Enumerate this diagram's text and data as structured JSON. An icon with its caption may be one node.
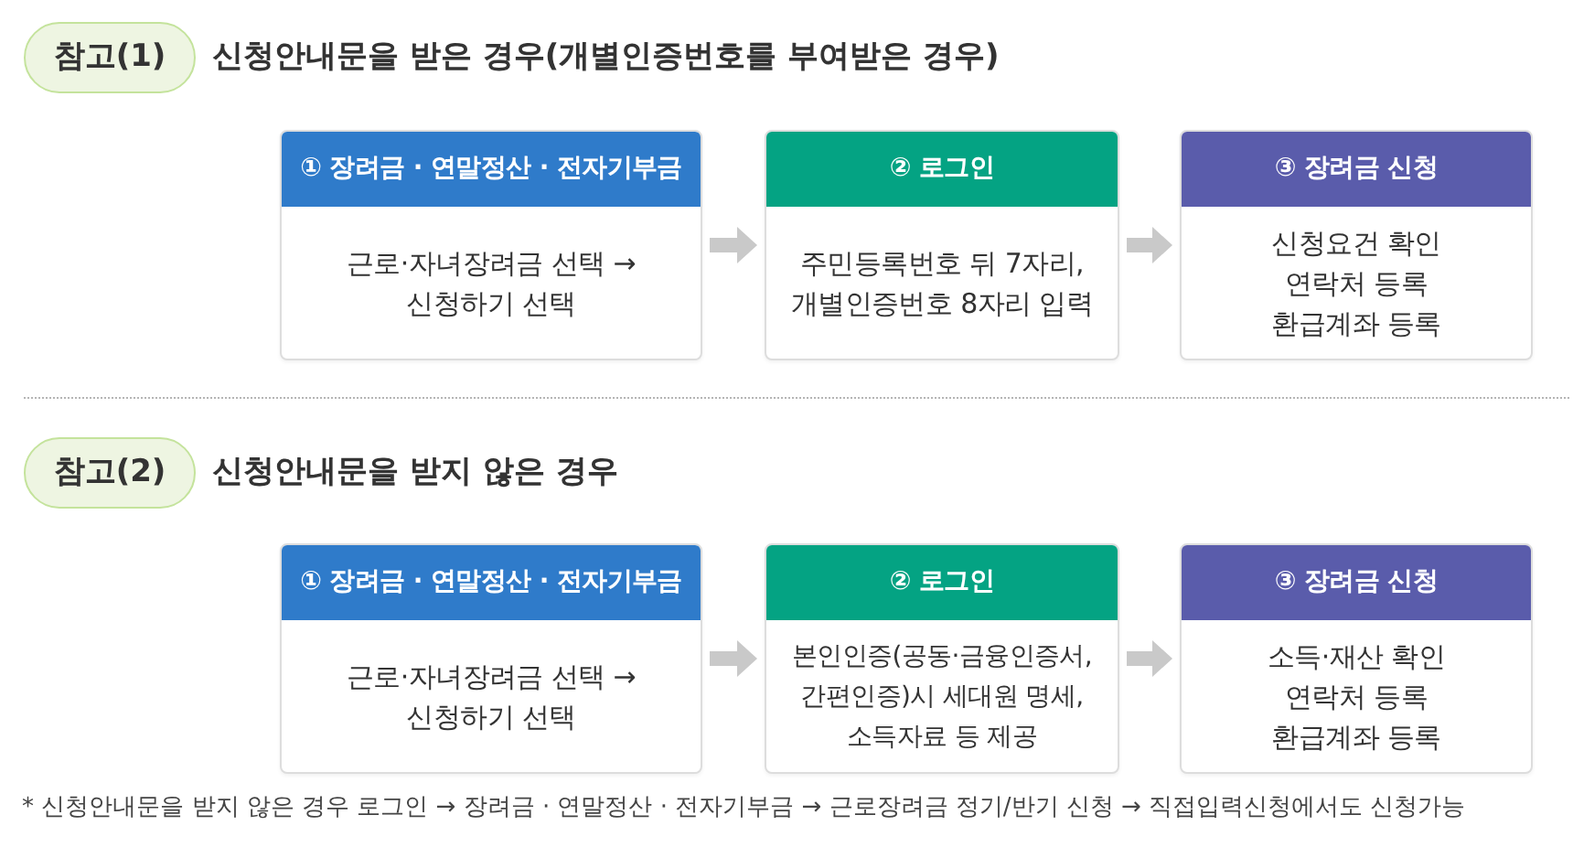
{
  "diagram": {
    "nodes": [
      {
        "text": [
          "참고(1)"
        ],
        "beside": [
          "신청안내문을 받은 경우(개별인증번호를 부여받은 경우)"
        ]
      },
      {
        "text": [
          "① 장려금 · 연말정산 · 전자기부금",
          "근로·자녀장려금 선택 → 신청하기 선택"
        ]
      },
      {
        "text": [
          "② 로그인",
          "주민등록번호 뒤 7자리, 개별인증번호 8자리 입력"
        ]
      },
      {
        "text": [
          "③ 장려금 신청",
          "신청요건 확인",
          "연락처 등록",
          "환급계좌 등록"
        ]
      },
      {
        "text": [
          "참고(2)"
        ],
        "beside": [
          "신청안내문을 받지 않은 경우"
        ]
      },
      {
        "text": [
          "① 장려금 · 연말정산 · 전자기부금",
          "근로·자녀장려금 선택 → 신청하기 선택"
        ]
      },
      {
        "text": [
          "② 로그인",
          "본인인증(공동·금융인증서, 간편인증)시 세대원 명세, 소득자료 등 제공"
        ]
      },
      {
        "text": [
          "③ 장려금 신청",
          "소득·재산 확인",
          "연락처 등록",
          "환급계좌 등록"
        ]
      }
    ],
    "edges": [
      {
        "from": 1,
        "to": 2,
        "arrow": "to"
      },
      {
        "from": 2,
        "to": 3,
        "arrow": "to"
      },
      {
        "from": 5,
        "to": 6,
        "arrow": "to"
      },
      {
        "from": 6,
        "to": 7,
        "arrow": "to"
      }
    ],
    "labels": [
      "* 신청안내문을 받지 않은 경우 로그인 → 장려금 · 연말정산 · 전자기부금 → 근로장려금 정기/반기 신청 → 직접입력신청에서도 신청가능"
    ]
  }
}
